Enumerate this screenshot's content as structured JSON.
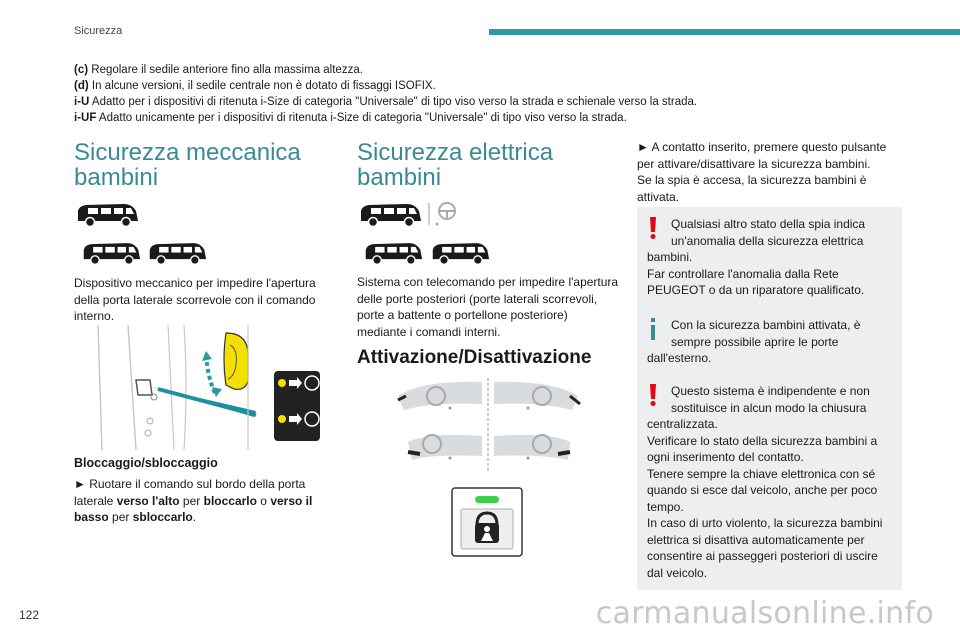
{
  "header": {
    "section": "Sicurezza"
  },
  "notes": [
    {
      "tag": "(c)",
      "text": " Regolare il sedile anteriore fino alla massima altezza."
    },
    {
      "tag": "(d)",
      "text": " In alcune versioni, il sedile centrale non è dotato di fissaggi ISOFIX."
    },
    {
      "tag": "i-U",
      "text": " Adatto per i dispositivi di ritenuta i-Size di categoria \"Universale\" di tipo viso verso la strada e schienale verso la strada."
    },
    {
      "tag": "i-UF",
      "text": " Adatto unicamente per i dispositivi di ritenuta i-Size di categoria \"Universale\" di tipo viso verso la strada."
    }
  ],
  "col1": {
    "title_line1": "Sicurezza meccanica",
    "title_line2": "bambini",
    "desc_l1": "Dispositivo meccanico per impedire l'apertura",
    "desc_l2": "della porta laterale scorrevole con il comando",
    "desc_l3": "interno.",
    "lock_title": "Bloccaggio/sbloccaggio",
    "lock_p1": "► Ruotare il comando sul bordo della porta",
    "lock_p2a": "laterale ",
    "lock_p2b": "verso l'alto",
    "lock_p2c": " per ",
    "lock_p2d": "bloccarlo",
    "lock_p2e": " o ",
    "lock_p2f": "verso il",
    "lock_p3a": "basso",
    "lock_p3b": " per ",
    "lock_p3c": "sbloccarlo",
    "lock_p3d": "."
  },
  "col2": {
    "title_line1": "Sicurezza elettrica",
    "title_line2": "bambini",
    "desc_l1": "Sistema con telecomando per impedire l'apertura",
    "desc_l2": "delle porte posteriori (porte laterali scorrevoli,",
    "desc_l3": "porte a battente o portellone posteriore)",
    "desc_l4": "mediante i comandi interni.",
    "act_title": "Attivazione/Disattivazione"
  },
  "col3": {
    "p1": "► A contatto inserito, premere questo pulsante",
    "p2": "per attivare/disattivare la sicurezza bambini.",
    "p3": "Se la spia è accesa, la sicurezza bambini è",
    "p4": "attivata."
  },
  "box1": {
    "l1": "Qualsiasi altro stato della spia indica",
    "l2": "un'anomalia della sicurezza elettrica",
    "l3": "bambini.",
    "l4": "Far controllare l'anomalia dalla Rete",
    "l5": "PEUGEOT o da un riparatore qualificato."
  },
  "box2": {
    "l1": "Con la sicurezza bambini attivata, è",
    "l2": "sempre possibile aprire le porte",
    "l3": "dall'esterno."
  },
  "box3": {
    "l1": "Questo sistema è indipendente e non",
    "l2": "sostituisce in alcun modo la chiusura",
    "l3": "centralizzata.",
    "l4": "Verificare lo stato della sicurezza bambini a",
    "l5": "ogni inserimento del contatto.",
    "l6": "Tenere sempre la chiave elettronica con sé",
    "l7": "quando si esce dal veicolo, anche per poco",
    "l8": "tempo.",
    "l9": "In caso di urto violento, la sicurezza bambini",
    "l10": "elettrica si disattiva automaticamente per",
    "l11": "consentire ai passeggeri posteriori di uscire",
    "l12": "dal veicolo."
  },
  "footer": {
    "page_number": "122",
    "watermark": "carmanualsonline.info"
  },
  "colors": {
    "accent": "#2a9aa6",
    "title": "#3a8a94",
    "warning": "#e30613",
    "info": "#3a8a94",
    "box_bg": "#eceef0"
  }
}
